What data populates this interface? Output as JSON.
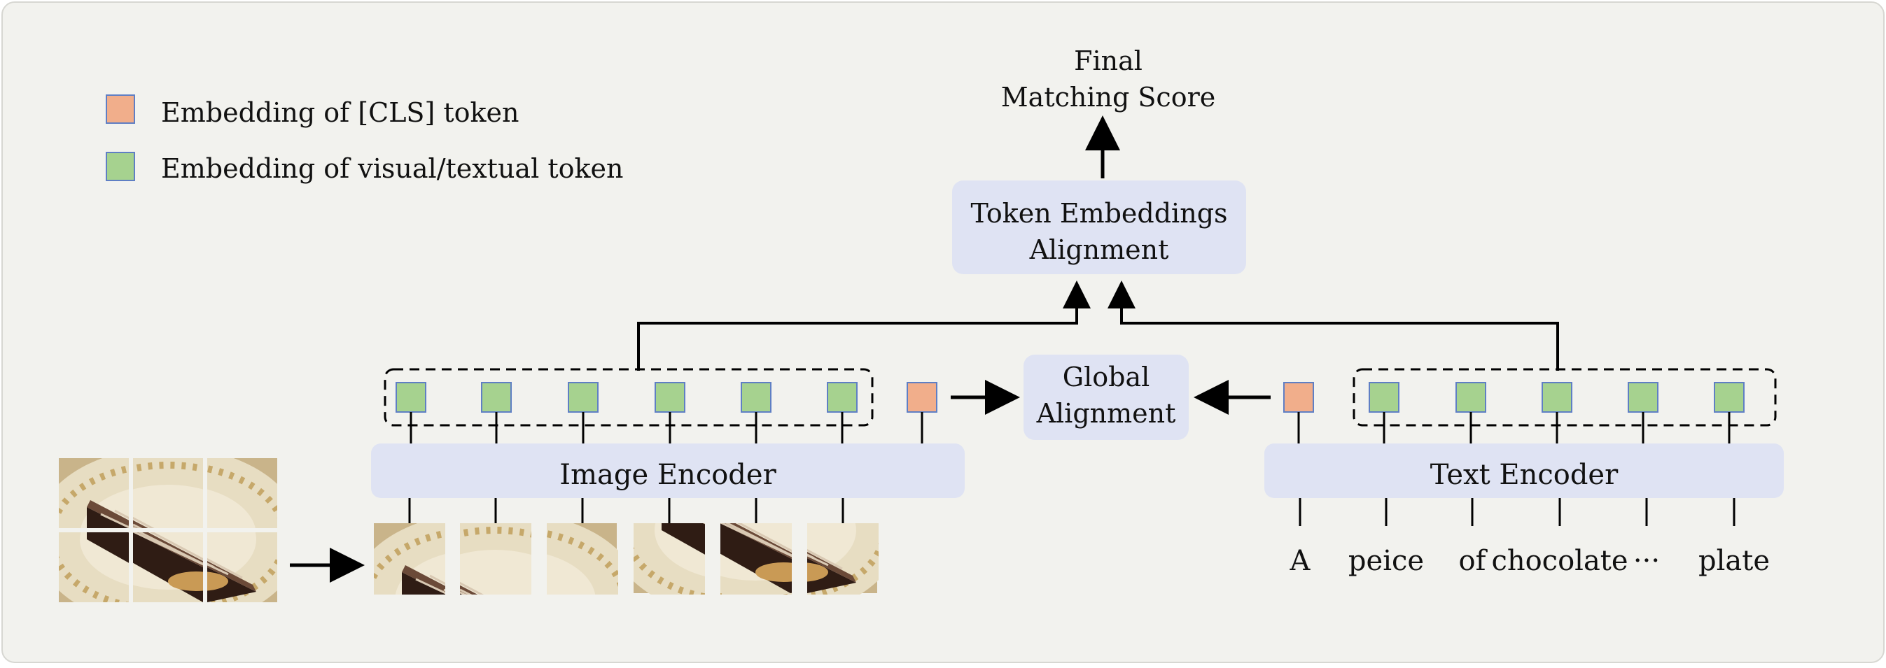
{
  "legend": {
    "cls_label": "Embedding of [CLS] token",
    "token_label": "Embedding of visual/textual token"
  },
  "output": {
    "line1": "Final",
    "line2": "Matching Score"
  },
  "token_alignment": {
    "line1": "Token Embeddings",
    "line2": "Alignment"
  },
  "global_alignment": {
    "line1": "Global",
    "line2": "Alignment"
  },
  "image_encoder": {
    "label": "Image Encoder"
  },
  "text_encoder": {
    "label": "Text Encoder"
  },
  "text_tokens": [
    "A",
    "peice",
    "of",
    "chocolate",
    "···",
    "plate"
  ],
  "colors": {
    "background": "#f2f2ee",
    "box_fill": "#dfe3f3",
    "cls_token": "#f1ae8b",
    "visual_token": "#a6d28f",
    "token_border": "#5f7fc4",
    "plate": "#e7ddc2",
    "cake": "#4a2e22",
    "caramel": "#c99a55"
  },
  "icons": {
    "image_grid": "cake-image-grid-icon",
    "image_patches": "cake-image-patch-icon"
  }
}
